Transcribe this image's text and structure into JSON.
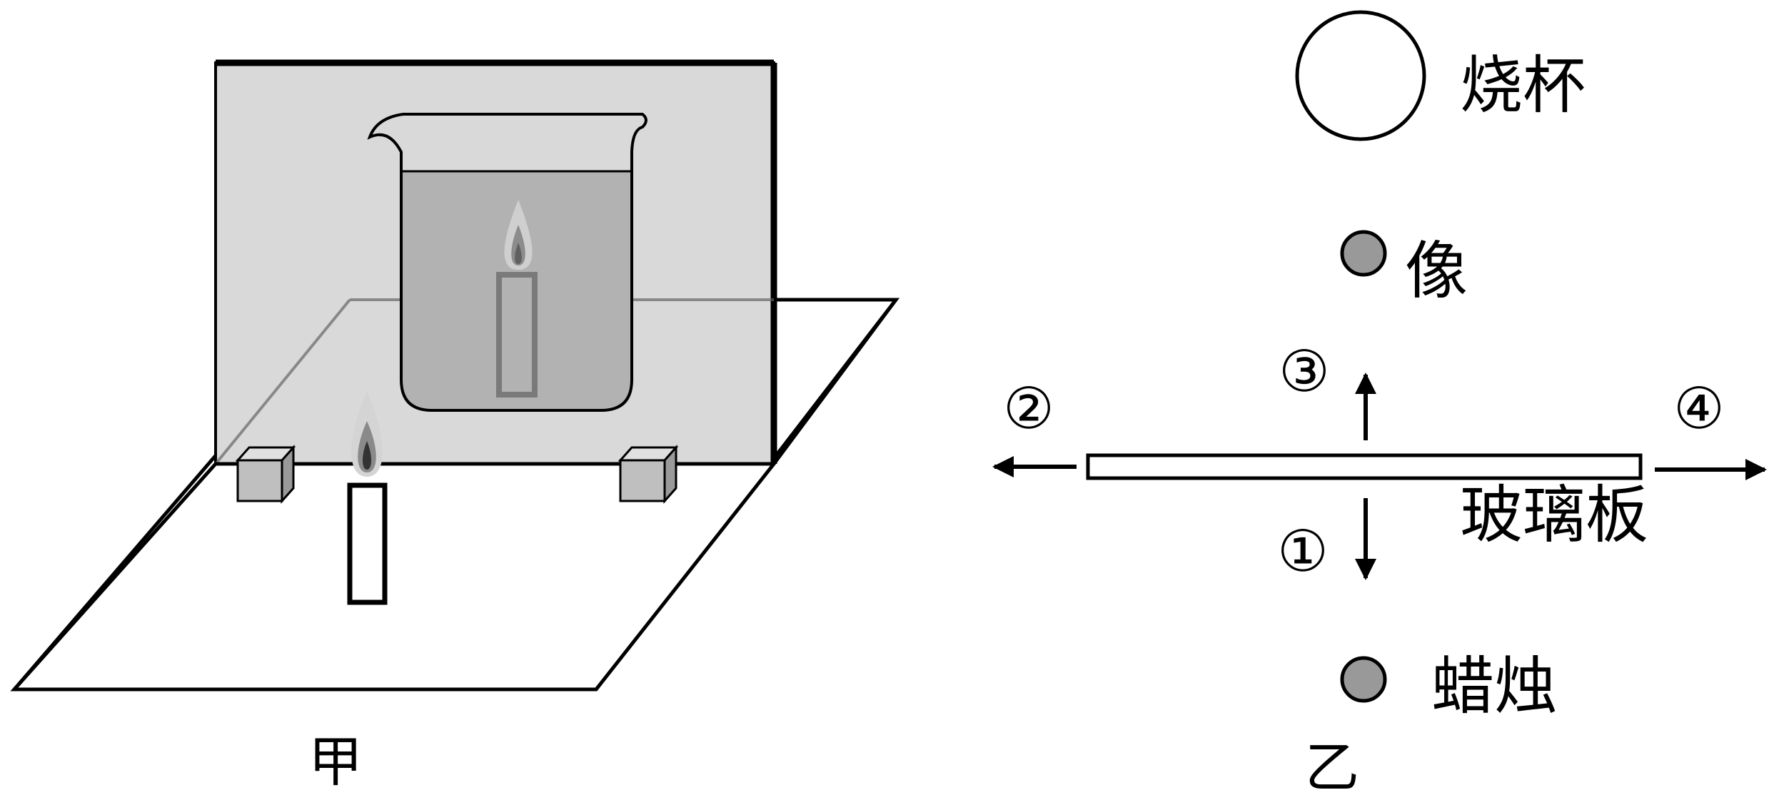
{
  "figure_a": {
    "caption": "甲"
  },
  "figure_b": {
    "caption": "乙",
    "labels": {
      "beaker": "烧杯",
      "image": "像",
      "candle": "蜡烛",
      "glass_plate": "玻璃板"
    },
    "directions": {
      "down": "①",
      "left": "②",
      "up": "③",
      "right": "④"
    }
  },
  "colors": {
    "line": "#000000",
    "board_gray": "#d9d9d9",
    "water_gray": "#b2b2b2",
    "dot_gray": "#999999",
    "block_gray": "#bfbfbf"
  }
}
